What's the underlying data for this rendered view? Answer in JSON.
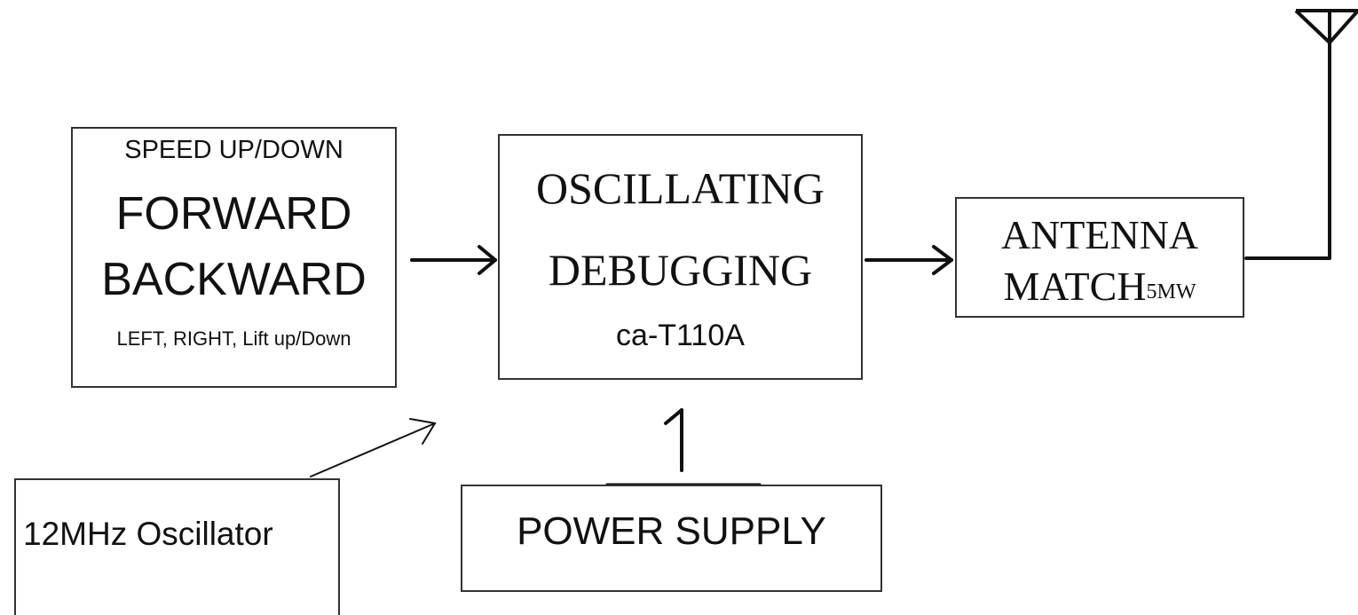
{
  "blocks": {
    "control": {
      "line1": "SPEED UP/DOWN",
      "line2": "FORWARD",
      "line3": "BACKWARD",
      "line4": "LEFT, RIGHT, Lift up/Down"
    },
    "oscillator_core": {
      "line1": "OSCILLATING",
      "line2": "DEBUGGING",
      "line3": "ca-T110A"
    },
    "antenna_match": {
      "line1": "ANTENNA",
      "line2": "MATCH",
      "line2_suffix": "5MW"
    },
    "crystal": {
      "label": "12MHz Oscillator"
    },
    "power_supply": {
      "label": "POWER SUPPLY"
    }
  },
  "connections": [
    {
      "from": "control",
      "to": "oscillator_core",
      "type": "arrow"
    },
    {
      "from": "oscillator_core",
      "to": "antenna_match",
      "type": "arrow"
    },
    {
      "from": "crystal",
      "to": "oscillator_core",
      "type": "arrow"
    },
    {
      "from": "power_supply",
      "to": "oscillator_core",
      "type": "line"
    },
    {
      "from": "antenna_match",
      "to": "antenna",
      "type": "line"
    }
  ],
  "colors": {
    "stroke": "#111111",
    "box_border": "#333333",
    "background": "#ffffff"
  }
}
